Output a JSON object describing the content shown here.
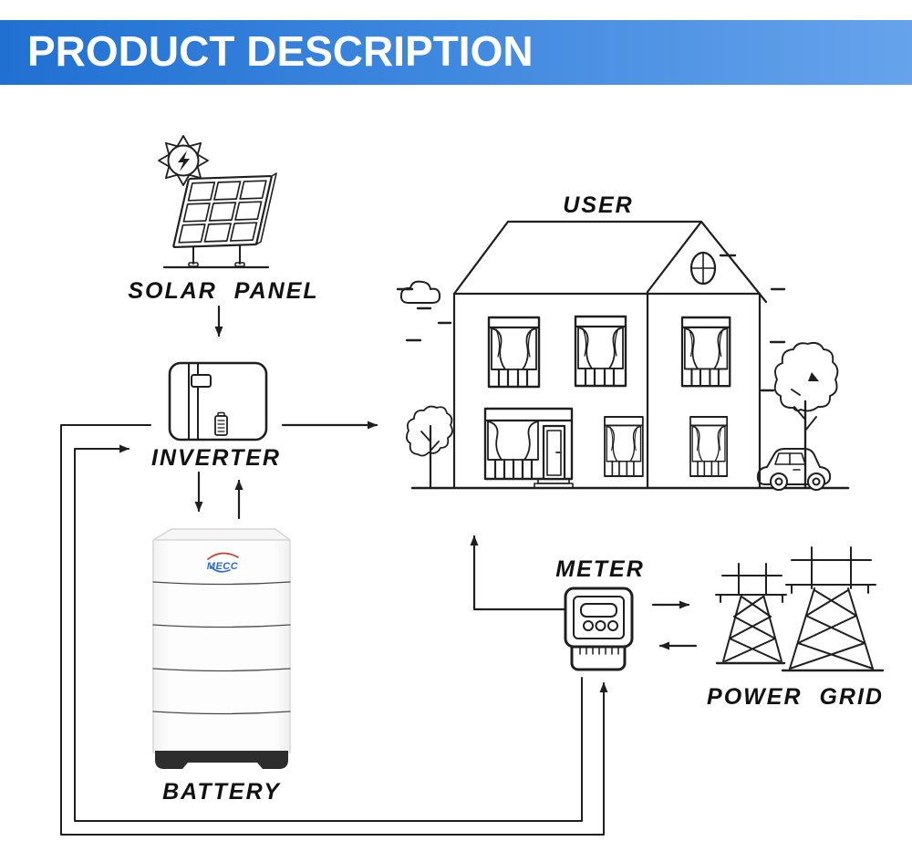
{
  "header": {
    "title": "PRODUCT DESCRIPTION",
    "colors": {
      "gradient_start": "#2070d2",
      "gradient_end": "#66a3ec",
      "text": "#ffffff"
    }
  },
  "diagram": {
    "line_color": "#1f1f1f",
    "nodes": {
      "solar_panel": {
        "label": "SOLAR PANEL"
      },
      "inverter": {
        "label": "INVERTER"
      },
      "battery": {
        "label": "BATTERY",
        "brand": "MECC",
        "brand_colors": {
          "text": "#2f6fc4",
          "swoosh": "#cf3b30"
        },
        "base_color": "#2d2d2d"
      },
      "user": {
        "label": "USER"
      },
      "meter": {
        "label": "METER"
      },
      "power_grid": {
        "label": "POWER GRID"
      }
    },
    "flows": [
      "solar-panel-to-inverter",
      "inverter-to-battery",
      "battery-to-inverter",
      "inverter-to-house",
      "meter-to-house",
      "meter-to-power-grid",
      "power-grid-to-meter",
      "inverter-to-meter-wrap",
      "meter-to-inverter-wrap"
    ]
  }
}
